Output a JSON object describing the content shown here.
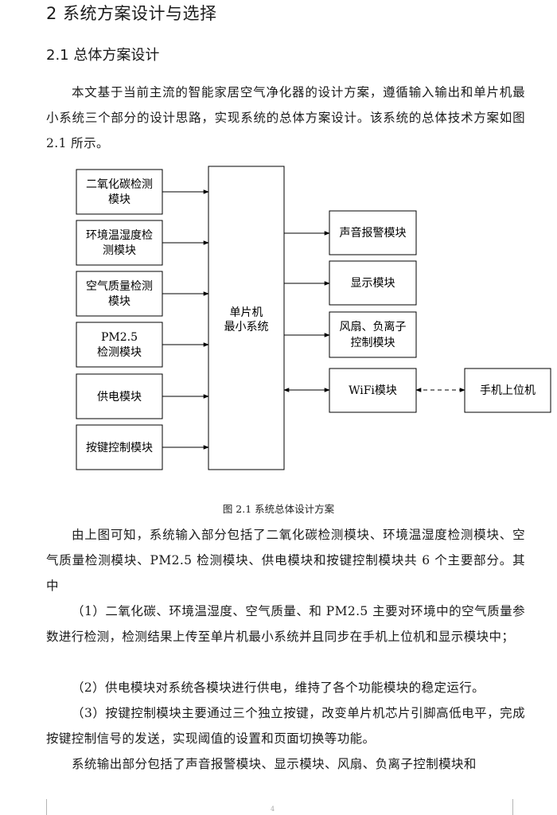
{
  "chapter": {
    "title": "2 系统方案设计与选择"
  },
  "section": {
    "title": "2.1 总体方案设计"
  },
  "intro": "本文基于当前主流的智能家居空气净化器的设计方案，遵循输入输出和单片机最小系统三个部分的设计思路，实现系统的总体方案设计。该系统的总体技术方案如图 2.1 所示。",
  "figure": {
    "caption": "图 2.1  系统总体设计方案",
    "core_lines": [
      "单片机",
      "最小系统"
    ],
    "inputs": [
      {
        "lines": [
          "二氧化碳检测",
          "模块"
        ]
      },
      {
        "lines": [
          "环境温湿度检",
          "测模块"
        ]
      },
      {
        "lines": [
          "空气质量检测",
          "模块"
        ]
      },
      {
        "lines": [
          "PM2.5",
          "检测模块"
        ]
      },
      {
        "lines": [
          "供电模块"
        ]
      },
      {
        "lines": [
          "按键控制模块"
        ]
      }
    ],
    "outputs": [
      {
        "lines": [
          "声音报警模块"
        ]
      },
      {
        "lines": [
          "显示模块"
        ]
      },
      {
        "lines": [
          "风扇、负离子",
          "控制模块"
        ]
      },
      {
        "lines": [
          "WiFi模块"
        ]
      }
    ],
    "external": {
      "lines": [
        "手机上位机"
      ]
    }
  },
  "body": [
    "由上图可知，系统输入部分包括了二氧化碳检测模块、环境温湿度检测模块、空气质量检测模块、PM2.5 检测模块、供电模块和按键控制模块共 6 个主要部分。其中",
    "（1）二氧化碳、环境温湿度、空气质量、和 PM2.5 主要对环境中的空气质量参数进行检测，检测结果上传至单片机最小系统并且同步在手机上位机和显示模块中；",
    "（2）供电模块对系统各模块进行供电，维持了各个功能模块的稳定运行。",
    "（3）按键控制模块主要通过三个独立按键，改变单片机芯片引脚高低电平，完成按键控制信号的发送，实现阈值的设置和页面切换等功能。",
    "系统输出部分包括了声音报警模块、显示模块、风扇、负离子控制模块和"
  ],
  "footer": {
    "page_number": "4"
  }
}
